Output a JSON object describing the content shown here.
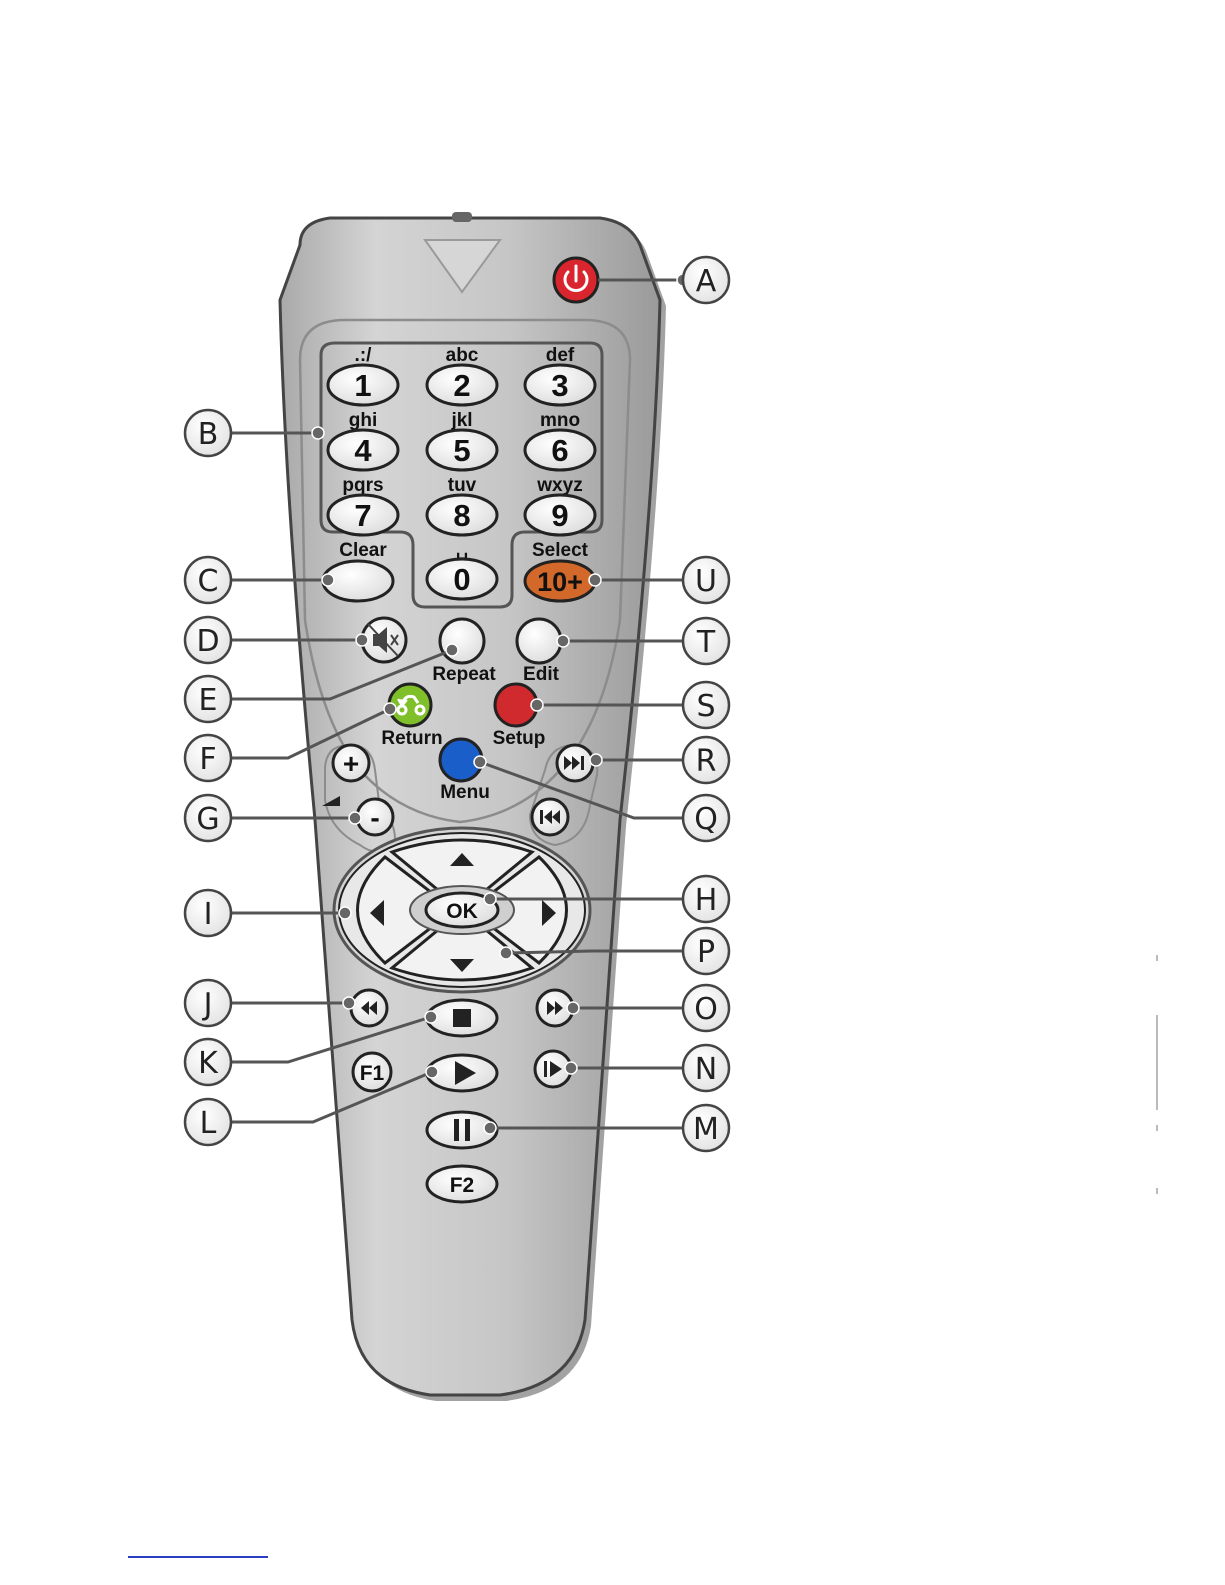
{
  "remote": {
    "keypad": [
      {
        "id": "1",
        "digit": "1",
        "letters": ".:/"
      },
      {
        "id": "2",
        "digit": "2",
        "letters": "abc"
      },
      {
        "id": "3",
        "digit": "3",
        "letters": "def"
      },
      {
        "id": "4",
        "digit": "4",
        "letters": "ghi"
      },
      {
        "id": "5",
        "digit": "5",
        "letters": "jkl"
      },
      {
        "id": "6",
        "digit": "6",
        "letters": "mno"
      },
      {
        "id": "7",
        "digit": "7",
        "letters": "pqrs"
      },
      {
        "id": "8",
        "digit": "8",
        "letters": "tuv"
      },
      {
        "id": "9",
        "digit": "9",
        "letters": "wxyz"
      },
      {
        "id": "0",
        "digit": "0",
        "letters": "␣"
      }
    ],
    "labels": {
      "clear": "Clear",
      "select": "Select",
      "ten_plus": "10+",
      "repeat": "Repeat",
      "edit": "Edit",
      "return": "Return",
      "setup": "Setup",
      "menu": "Menu",
      "ok": "OK",
      "plus": "+",
      "minus": "-",
      "f1": "F1",
      "f2": "F2"
    },
    "icons": {
      "power": "power-icon",
      "mute": "mute-icon",
      "return": "return-icon",
      "next": "skip-next-icon",
      "prev": "skip-previous-icon",
      "up": "arrow-up-icon",
      "down": "arrow-down-icon",
      "left": "arrow-left-icon",
      "right": "arrow-right-icon",
      "rewind": "rewind-icon",
      "fast_forward": "fast-forward-icon",
      "stop": "stop-icon",
      "play": "play-icon",
      "pause": "pause-icon",
      "step": "step-forward-icon",
      "volume": "volume-ramp-icon"
    },
    "colors": {
      "body": "#c8c8c8",
      "power": "#d9262e",
      "ten_plus": "#d2692a",
      "return": "#7fbf2a",
      "setup": "#d12a2e",
      "menu": "#1a5fc9"
    }
  },
  "callouts": [
    "A",
    "B",
    "C",
    "D",
    "E",
    "F",
    "G",
    "H",
    "I",
    "J",
    "K",
    "L",
    "M",
    "N",
    "O",
    "P",
    "Q",
    "R",
    "S",
    "T",
    "U"
  ]
}
